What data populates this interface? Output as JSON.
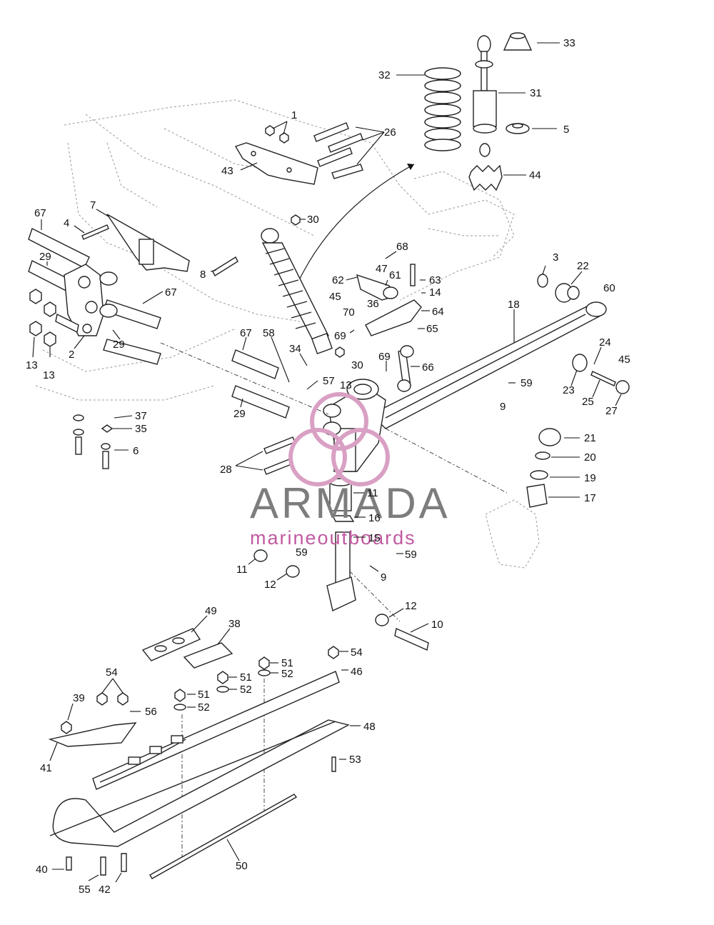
{
  "watermark": {
    "brand": "ARMADA",
    "tagline": "marineoutboards",
    "colors": {
      "brand_text": "#7d7d7d",
      "logo_accent": "#d9a0c4",
      "tagline_text": "#c05aa0"
    }
  },
  "callouts": [
    {
      "id": "c-1",
      "text": "1"
    },
    {
      "id": "c-26",
      "text": "26"
    },
    {
      "id": "c-43",
      "text": "43"
    },
    {
      "id": "c-30a",
      "text": "30"
    },
    {
      "id": "c-32",
      "text": "32"
    },
    {
      "id": "c-33",
      "text": "33"
    },
    {
      "id": "c-31",
      "text": "31"
    },
    {
      "id": "c-5",
      "text": "5"
    },
    {
      "id": "c-44",
      "text": "44"
    },
    {
      "id": "c-67a",
      "text": "67"
    },
    {
      "id": "c-4",
      "text": "4"
    },
    {
      "id": "c-7",
      "text": "7"
    },
    {
      "id": "c-29a",
      "text": "29"
    },
    {
      "id": "c-67b",
      "text": "67"
    },
    {
      "id": "c-29b",
      "text": "29"
    },
    {
      "id": "c-2",
      "text": "2"
    },
    {
      "id": "c-13a",
      "text": "13"
    },
    {
      "id": "c-13b",
      "text": "13"
    },
    {
      "id": "c-8",
      "text": "8"
    },
    {
      "id": "c-68",
      "text": "68"
    },
    {
      "id": "c-47",
      "text": "47"
    },
    {
      "id": "c-61",
      "text": "61"
    },
    {
      "id": "c-62",
      "text": "62"
    },
    {
      "id": "c-63",
      "text": "63"
    },
    {
      "id": "c-45a",
      "text": "45"
    },
    {
      "id": "c-14",
      "text": "14"
    },
    {
      "id": "c-70",
      "text": "70"
    },
    {
      "id": "c-36",
      "text": "36"
    },
    {
      "id": "c-64",
      "text": "64"
    },
    {
      "id": "c-65",
      "text": "65"
    },
    {
      "id": "c-69a",
      "text": "69"
    },
    {
      "id": "c-69b",
      "text": "69"
    },
    {
      "id": "c-66",
      "text": "66"
    },
    {
      "id": "c-3",
      "text": "3"
    },
    {
      "id": "c-22",
      "text": "22"
    },
    {
      "id": "c-60",
      "text": "60"
    },
    {
      "id": "c-18",
      "text": "18"
    },
    {
      "id": "c-24",
      "text": "24"
    },
    {
      "id": "c-45b",
      "text": "45"
    },
    {
      "id": "c-23",
      "text": "23"
    },
    {
      "id": "c-25",
      "text": "25"
    },
    {
      "id": "c-27",
      "text": "27"
    },
    {
      "id": "c-67c",
      "text": "67"
    },
    {
      "id": "c-58",
      "text": "58"
    },
    {
      "id": "c-34",
      "text": "34"
    },
    {
      "id": "c-30b",
      "text": "30"
    },
    {
      "id": "c-57",
      "text": "57"
    },
    {
      "id": "c-13c",
      "text": "13"
    },
    {
      "id": "c-59a",
      "text": "59"
    },
    {
      "id": "c-9a",
      "text": "9"
    },
    {
      "id": "c-29c",
      "text": "29"
    },
    {
      "id": "c-37",
      "text": "37"
    },
    {
      "id": "c-35",
      "text": "35"
    },
    {
      "id": "c-6",
      "text": "6"
    },
    {
      "id": "c-28",
      "text": "28"
    },
    {
      "id": "c-21",
      "text": "21"
    },
    {
      "id": "c-20",
      "text": "20"
    },
    {
      "id": "c-19",
      "text": "19"
    },
    {
      "id": "c-17",
      "text": "17"
    },
    {
      "id": "c-11a",
      "text": "11"
    },
    {
      "id": "c-16",
      "text": "16"
    },
    {
      "id": "c-15",
      "text": "15"
    },
    {
      "id": "c-59b",
      "text": "59"
    },
    {
      "id": "c-59c",
      "text": "59"
    },
    {
      "id": "c-11b",
      "text": "11"
    },
    {
      "id": "c-9b",
      "text": "9"
    },
    {
      "id": "c-12a",
      "text": "12"
    },
    {
      "id": "c-12b",
      "text": "12"
    },
    {
      "id": "c-10",
      "text": "10"
    },
    {
      "id": "c-49",
      "text": "49"
    },
    {
      "id": "c-38",
      "text": "38"
    },
    {
      "id": "c-54a",
      "text": "54"
    },
    {
      "id": "c-51a",
      "text": "51"
    },
    {
      "id": "c-52a",
      "text": "52"
    },
    {
      "id": "c-46",
      "text": "46"
    },
    {
      "id": "c-54b",
      "text": "54"
    },
    {
      "id": "c-51b",
      "text": "51"
    },
    {
      "id": "c-52b",
      "text": "52"
    },
    {
      "id": "c-39",
      "text": "39"
    },
    {
      "id": "c-56",
      "text": "56"
    },
    {
      "id": "c-51c",
      "text": "51"
    },
    {
      "id": "c-52c",
      "text": "52"
    },
    {
      "id": "c-48",
      "text": "48"
    },
    {
      "id": "c-41",
      "text": "41"
    },
    {
      "id": "c-53",
      "text": "53"
    },
    {
      "id": "c-50",
      "text": "50"
    },
    {
      "id": "c-40",
      "text": "40"
    },
    {
      "id": "c-55",
      "text": "55"
    },
    {
      "id": "c-42",
      "text": "42"
    }
  ]
}
